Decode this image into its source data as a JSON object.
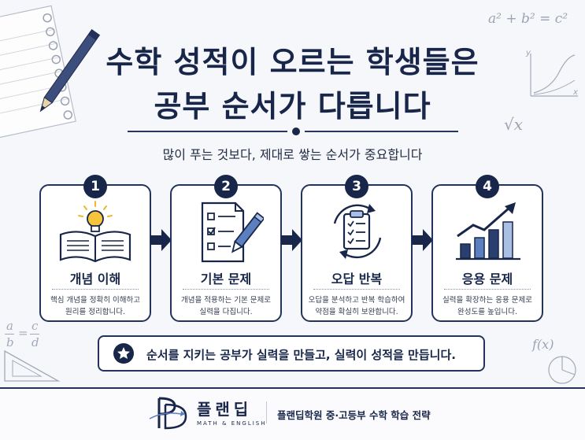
{
  "title_line1": "수학 성적이 오르는 학생들은",
  "title_line2": "공부 순서가 다릅니다",
  "subtitle": "많이 푸는 것보다, 제대로 쌓는 순서가 중요합니다",
  "steps": [
    {
      "number": "1",
      "title": "개념 이해",
      "desc1": "핵심 개념을 정확히 이해하고",
      "desc2": "원리를 정리합니다.",
      "icon": "open-book-lightbulb-icon"
    },
    {
      "number": "2",
      "title": "기본 문제",
      "desc1": "개념을 적용하는 기본 문제로",
      "desc2": "실력을 다집니다.",
      "icon": "checklist-pencil-icon"
    },
    {
      "number": "3",
      "title": "오답 반복",
      "desc1": "오답을 분석하고 반복 학습하여",
      "desc2": "약점을 확실히 보완합니다.",
      "icon": "clipboard-cycle-icon"
    },
    {
      "number": "4",
      "title": "응용 문제",
      "desc1": "실력을 확장하는 응용 문제로",
      "desc2": "완성도를 높입니다.",
      "icon": "bar-chart-growth-icon"
    }
  ],
  "banner": {
    "text": "순서를 지키는 공부가 실력을 만들고, 실력이 성적을 만듭니다.",
    "icon": "star-icon"
  },
  "footer": {
    "brand_name": "플랜딥",
    "brand_sub": "MATH & ENGLISH",
    "tagline": "플랜딥학원 중·고등부 수학 학습 전략"
  },
  "decor": {
    "formula_pythagoras": "a² + b² = c²",
    "formula_sqrt": "√x",
    "formula_fraction_a": "a",
    "formula_fraction_b": "b",
    "formula_fraction_c": "c",
    "formula_fraction_d": "d",
    "formula_fx": "f(x)",
    "axis_y": "y",
    "axis_x": "x"
  },
  "colors": {
    "navy": "#18264a",
    "accent_blue": "#5b7fbf",
    "light_blue": "#a9c0e4",
    "bulb": "#f2b52a"
  }
}
